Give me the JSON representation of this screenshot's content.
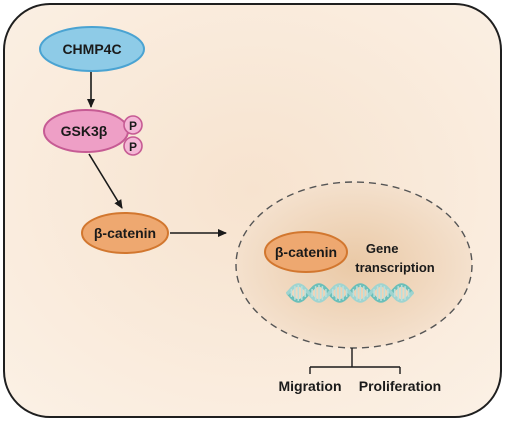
{
  "nodes": {
    "chmp4c": "CHMP4C",
    "gsk3b": "GSK3β",
    "phospho_1": "P",
    "phospho_2": "P",
    "beta_catenin_cytoplasm": "β-catenin",
    "beta_catenin_nucleus": "β-catenin"
  },
  "annotations": {
    "gene_transcription_line1": "Gene",
    "gene_transcription_line2": "transcription"
  },
  "outcomes": {
    "migration": "Migration",
    "proliferation": "Proliferation"
  },
  "colors": {
    "cell_fill": "#f8eadb",
    "cell_stroke": "#1f1f1f",
    "nucleus_fill": "#efd2b4",
    "chmp4c_fill": "#8ecbe7",
    "chmp4c_stroke": "#4aa3d2",
    "gsk3b_fill": "#ee9fc6",
    "gsk3b_stroke": "#c65b94",
    "catenin_fill": "#eea870",
    "catenin_stroke": "#d2772f",
    "dna_strand_a": "#6bbfb9",
    "dna_strand_b": "#9fd4d0"
  }
}
